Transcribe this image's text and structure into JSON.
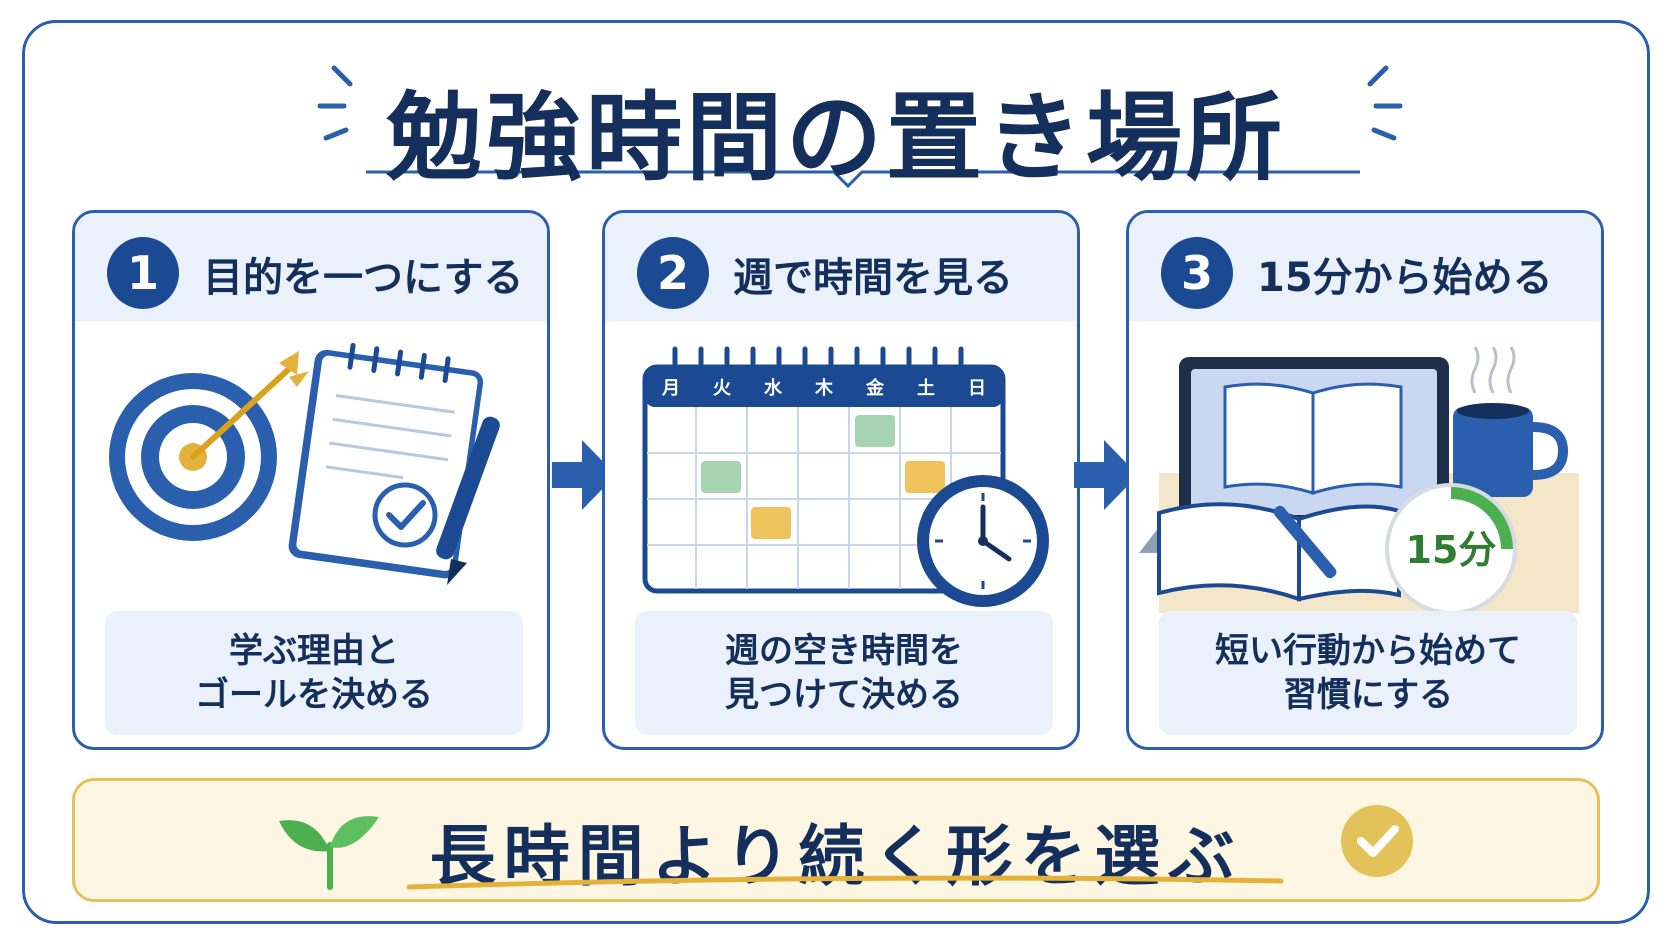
{
  "title": "勉強時間の置き場所",
  "steps": [
    {
      "number": "1",
      "title": "目的を一つにする",
      "desc_line1": "学ぶ理由と",
      "desc_line2": "ゴールを決める",
      "icons": [
        "target-icon",
        "notepad-icon",
        "check-icon",
        "pen-icon"
      ]
    },
    {
      "number": "2",
      "title": "週で時間を見る",
      "desc_line1": "週の空き時間を",
      "desc_line2": "見つけて決める",
      "weekdays": [
        "月",
        "火",
        "水",
        "木",
        "金",
        "土",
        "日"
      ],
      "icons": [
        "calendar-icon",
        "clock-icon"
      ]
    },
    {
      "number": "3",
      "title": "15分から始める",
      "desc_line1": "短い行動から始めて",
      "desc_line2": "習慣にする",
      "timer_label": "15分",
      "timer_progress": 0.25,
      "icons": [
        "laptop-icon",
        "coffee-mug-icon",
        "open-book-icon",
        "timer-icon"
      ]
    }
  ],
  "footer": {
    "text": "長時間より続く形を選ぶ",
    "icons": [
      "sprout-icon",
      "check-circle-icon"
    ]
  },
  "colors": {
    "navy": "#142f5c",
    "blue": "#2a5fae",
    "light_blue": "#eaf1fb",
    "gold": "#e4c25a",
    "cream": "#fcf6e2",
    "green": "#4caf50"
  }
}
